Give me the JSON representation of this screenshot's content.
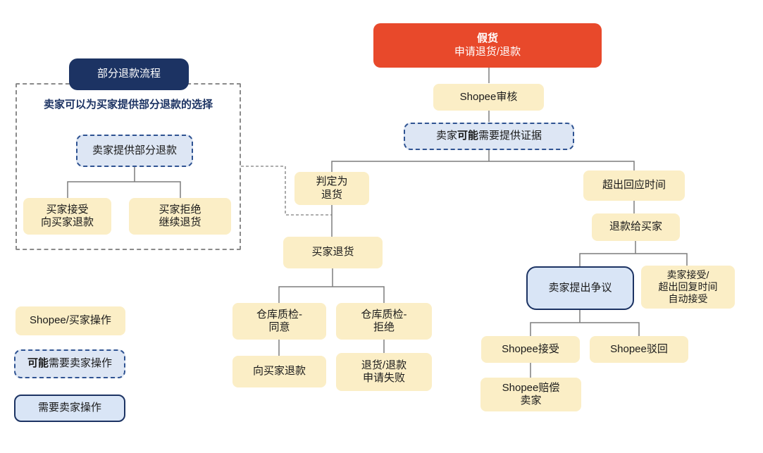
{
  "colors": {
    "red": "#E8492B",
    "yellow": "#FBEEC6",
    "navy": "#1C3363",
    "blue_border": "#2F5392",
    "light_blue_dashed": "#DDE6F4",
    "light_blue_solid": "#D9E5F6",
    "line_gray": "#7D7D7D",
    "text_dark": "#1A1A1A"
  },
  "flow": {
    "fake_goods": {
      "title": "假货",
      "subtitle": "申请退货/退款"
    },
    "shopee_review": "Shopee审核",
    "evidence": {
      "pre": "卖家",
      "bold": "可能",
      "post": "需要提供证据"
    },
    "judged_return": {
      "line1": "判定为",
      "line2": "退货"
    },
    "buyer_return": "买家退货",
    "qc_agree": {
      "line1": "仓库质检-",
      "line2": "同意"
    },
    "qc_reject": {
      "line1": "仓库质检-",
      "line2": "拒绝"
    },
    "refund_to_buyer_mid": "向买家退款",
    "return_failed": {
      "line1": "退货/退款",
      "line2": "申请失败"
    },
    "exceed_response": "超出回应时间",
    "refund_to_buyer": "退款给买家",
    "seller_dispute": "卖家提出争议",
    "seller_auto_accept": {
      "line1": "卖家接受/",
      "line2": "超出回复时间",
      "line3": "自动接受"
    },
    "shopee_accept": "Shopee接受",
    "shopee_reject": "Shopee驳回",
    "shopee_compensate": {
      "line1": "Shopee赔偿",
      "line2": "卖家"
    }
  },
  "partial": {
    "header": "部分退款流程",
    "subtitle": "卖家可以为买家提供部分退款的选择",
    "offer": "卖家提供部分退款",
    "buyer_accept": {
      "line1": "买家接受",
      "line2": "向买家退款"
    },
    "buyer_reject": {
      "line1": "买家拒绝",
      "line2": "继续退货"
    }
  },
  "legend": {
    "shopee_buyer": "Shopee/买家操作",
    "maybe_seller": {
      "bold": "可能",
      "rest": "需要卖家操作"
    },
    "need_seller": "需要卖家操作"
  }
}
